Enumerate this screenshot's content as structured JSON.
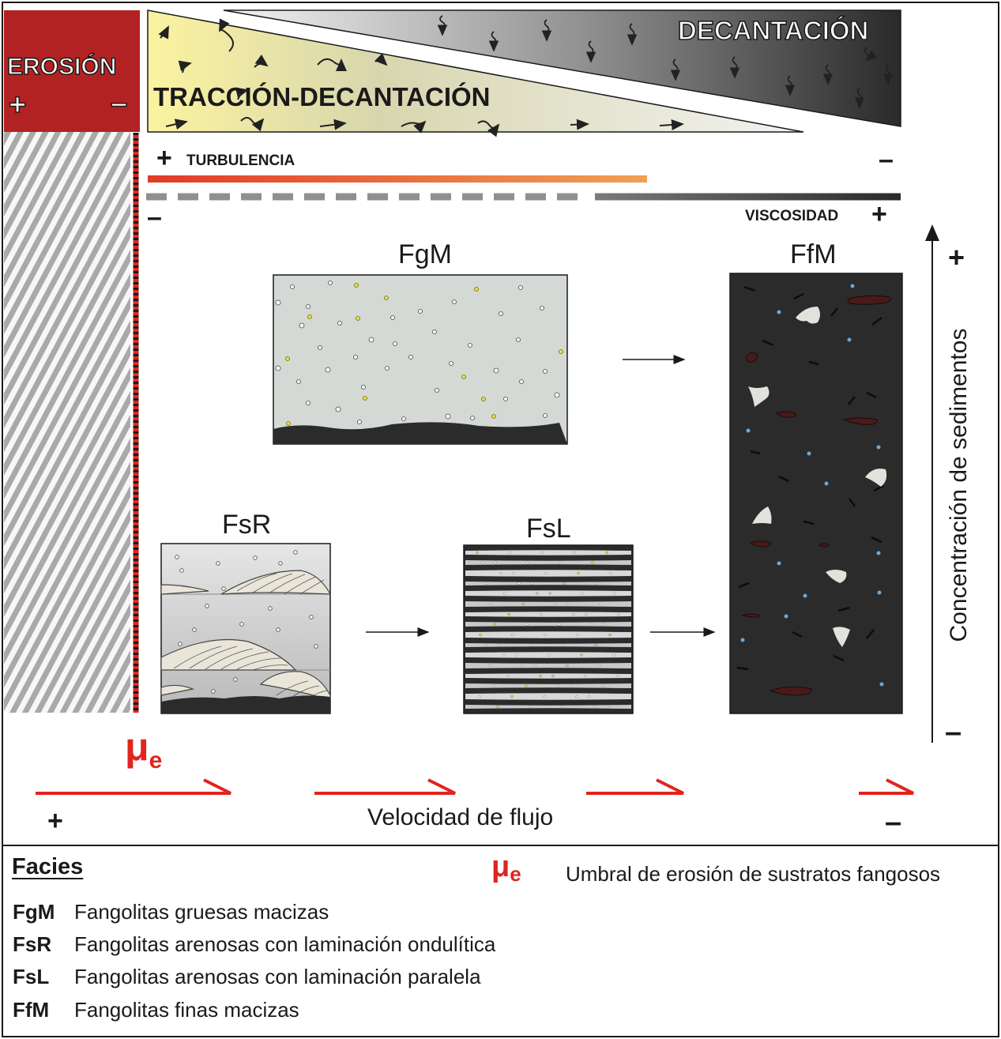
{
  "processes": {
    "erosion": "EROSIÓN",
    "traccion_decantacion": "TRACCIÓN-DECANTACIÓN",
    "decantacion": "DECANTACIÓN",
    "plus": "+",
    "minus": "–"
  },
  "gradients": {
    "turbulencia": "TURBULENCIA",
    "viscosidad": "VISCOSIDAD",
    "plus": "+",
    "minus": "–"
  },
  "facies_boxes": {
    "fgm": "FgM",
    "ffm": "FfM",
    "fsr": "FsR",
    "fsl": "FsL"
  },
  "axes": {
    "vertical_label": "Concentración de sedimentos",
    "vertical_plus": "+",
    "vertical_minus": "–",
    "horizontal_label": "Velocidad de flujo",
    "horizontal_plus": "+",
    "horizontal_minus": "–"
  },
  "threshold": {
    "symbol": "μ",
    "subscript": "e"
  },
  "legend": {
    "title": "Facies",
    "threshold_symbol": "μ",
    "threshold_subscript": "e",
    "threshold_desc": "Umbral de erosión de sustratos fangosos",
    "items": [
      {
        "code": "FgM",
        "desc": "Fangolitas gruesas macizas"
      },
      {
        "code": "FsR",
        "desc": "Fangolitas arenosas con laminación ondulítica"
      },
      {
        "code": "FsL",
        "desc": "Fangolitas arenosas con laminación paralela"
      },
      {
        "code": "FfM",
        "desc": "Fangolitas finas macizas"
      }
    ]
  },
  "colors": {
    "erosion_red": "#b32222",
    "flow_red": "#e0251f",
    "dark_mud": "#2b2b2b",
    "light_mud": "#d5d9d6"
  }
}
